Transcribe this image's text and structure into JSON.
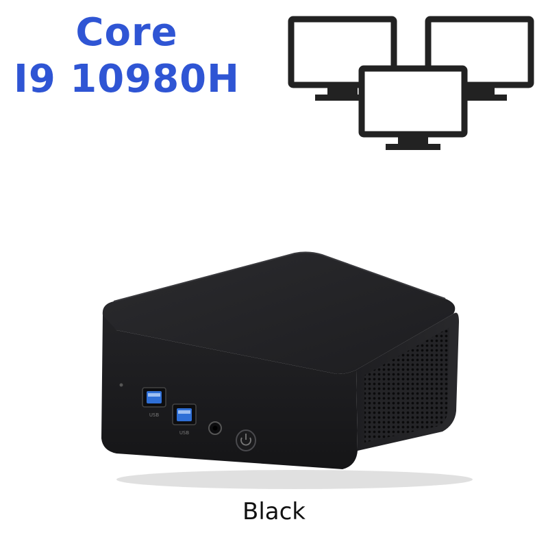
{
  "headline": {
    "line1": "Core",
    "line2": "I9 10980H",
    "color": "#2f55d4"
  },
  "illustration": {
    "icon": "triple-monitor-icon",
    "stroke_color": "#222222"
  },
  "product": {
    "name": "mini-pc",
    "body_color": "#1c1c1e",
    "usb_port_color": "#2f6fd6"
  },
  "variant": {
    "color_label": "Black"
  }
}
